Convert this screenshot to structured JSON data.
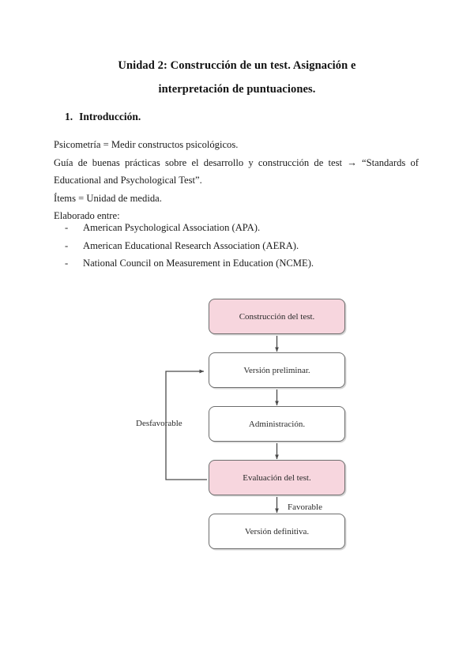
{
  "document": {
    "title_lines": [
      "Unidad 2: Construcción de un test. Asignación e",
      "interpretación de puntuaciones."
    ],
    "section": {
      "number": "1.",
      "heading": "Introducción."
    },
    "paragraphs": [
      "Psicometría = Medir constructos psicológicos.",
      "Guía de buenas prácticas sobre el desarrollo y construcción de test → “Standards of Educational and Psychological Test”.",
      "Ítems  = Unidad de medida.",
      "Elaborado entre:"
    ],
    "list": [
      {
        "marker": "-",
        "text": "American Psychological Association (APA)."
      },
      {
        "marker": "-",
        "text": "American Educational Research Association (AERA)."
      },
      {
        "marker": "-",
        "text": "National Council on Measurement in Education (NCME)."
      }
    ]
  },
  "flowchart": {
    "type": "flowchart",
    "fill_pink": "#f7d6de",
    "border_color": "#6d6d6d",
    "nodes": [
      {
        "id": "construccion",
        "label": "Construcción del test.",
        "highlight": true
      },
      {
        "id": "preliminar",
        "label": "Versión preliminar.",
        "highlight": false
      },
      {
        "id": "administracion",
        "label": "Administración.",
        "highlight": false
      },
      {
        "id": "evaluacion",
        "label": "Evaluación del test.",
        "highlight": true
      },
      {
        "id": "definitiva",
        "label": "Versión definitiva.",
        "highlight": false
      }
    ],
    "edge_labels": {
      "feedback": "Desfavorable",
      "forward": "Favorable"
    }
  }
}
